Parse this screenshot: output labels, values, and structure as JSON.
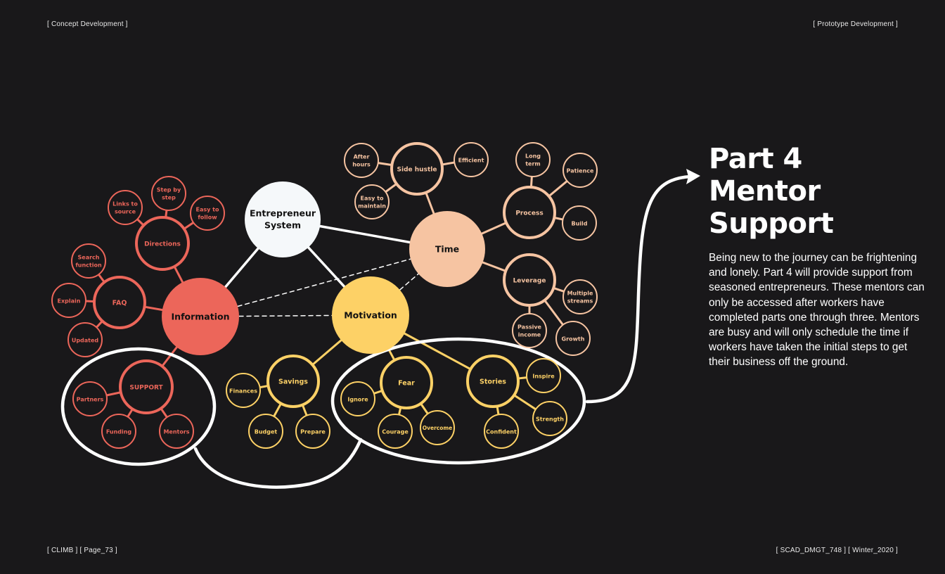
{
  "header": {
    "left": "[ Concept Development ]",
    "right": "[ Prototype Development ]"
  },
  "footer": {
    "left": "[ CLIMB ] [ Page_73 ]",
    "right": "[ SCAD_DMGT_748 ] [ Winter_2020 ]"
  },
  "colors": {
    "background": "#19181a",
    "information": "#ec665a",
    "motivation": "#fdd166",
    "time": "#f6c4a2",
    "entrepreneur": "#f5f8fa",
    "highlight": "#ffffff"
  },
  "section": {
    "title": "Part 4\nMentor\nSupport",
    "body": "Being new to the journey can be frightening and lonely. Part 4 will provide support from seasoned entrepreneurs. These mentors can only be accessed after workers have completed parts one through three. Mentors are busy and will only schedule the time if workers have taken the initial steps to get their business off the ground."
  },
  "mindmap": {
    "hubs": {
      "entrepreneur": [
        "Entrepreneur",
        "System"
      ],
      "information": "Information",
      "motivation": "Motivation",
      "time": "Time"
    },
    "information": {
      "directions": "Directions",
      "links": [
        "Links to",
        "source"
      ],
      "step": [
        "Step by",
        "step"
      ],
      "easy_follow": [
        "Easy to",
        "follow"
      ],
      "faq": "FAQ",
      "search": [
        "Search",
        "function"
      ],
      "explain": "Explain",
      "updated": "Updated",
      "support": "SUPPORT",
      "partners": "Partners",
      "funding": "Funding",
      "mentors": "Mentors"
    },
    "motivation": {
      "savings": "Savings",
      "finances": "Finances",
      "budget": "Budget",
      "prepare": "Prepare",
      "fear": "Fear",
      "ignore": "Ignore",
      "courage": "Courage",
      "overcome": "Overcome",
      "stories": "Stories",
      "inspire": "Inspire",
      "strength": "Strength",
      "confident": "Confident"
    },
    "time": {
      "side_hustle": "Side hustle",
      "after_hours": [
        "After",
        "hours"
      ],
      "efficient": "Efficient",
      "easy_maintain": [
        "Easy to",
        "maintain"
      ],
      "process": "Process",
      "long_term": [
        "Long",
        "term"
      ],
      "patience": "Patience",
      "build": "Build",
      "leverage": "Leverage",
      "multiple": [
        "Multiple",
        "streams"
      ],
      "passive": [
        "Passive",
        "income"
      ],
      "growth": "Growth"
    }
  }
}
